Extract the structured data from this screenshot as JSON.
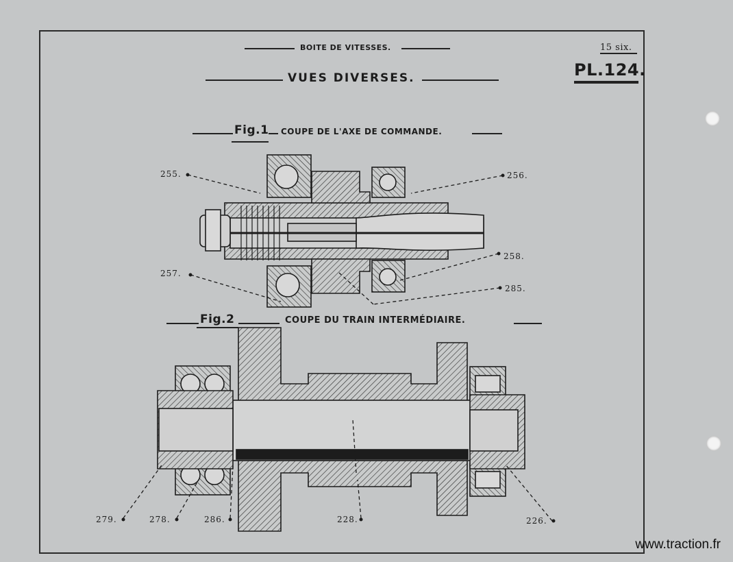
{
  "header": {
    "section": "BOITE DE VITESSES.",
    "title": "VUES DIVERSES.",
    "model": "15 six.",
    "plate": "PL.124."
  },
  "figures": [
    {
      "label": "Fig.1",
      "caption": "COUPE DE L'AXE DE COMMANDE.",
      "callouts": [
        "255.",
        "256.",
        "257.",
        "258.",
        "285."
      ]
    },
    {
      "label": "Fig.2",
      "caption": "COUPE DU TRAIN INTERMÉDIAIRE.",
      "callouts": [
        "279.",
        "278.",
        "286.",
        "228.",
        "226."
      ]
    }
  ],
  "watermark": "www.traction.fr"
}
